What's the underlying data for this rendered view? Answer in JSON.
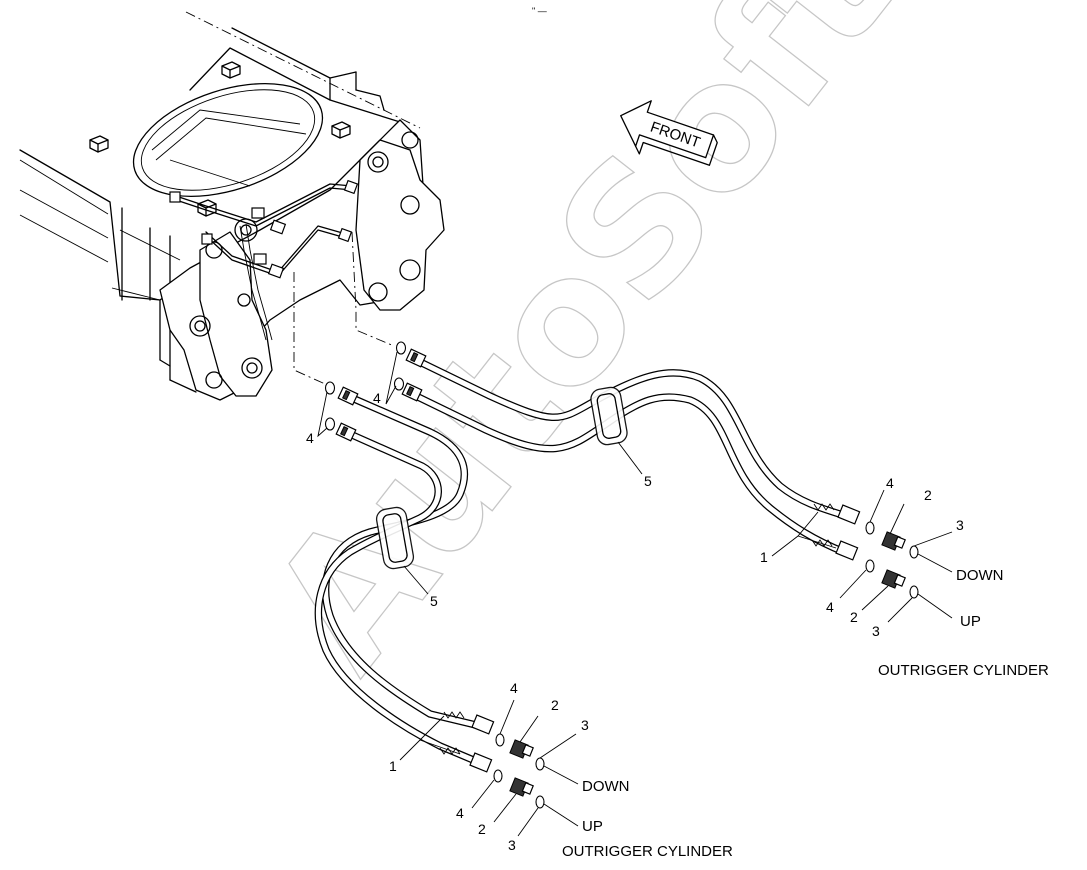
{
  "diagram": {
    "front_arrow_label": "FRONT",
    "watermark": "AutoSoft",
    "top_marks": "\" —",
    "upper_right_group": {
      "callouts": {
        "hose": "1",
        "adapter_top": "2",
        "adapter_bottom": "2",
        "oring_adapter_top": "3",
        "oring_adapter_bottom": "3",
        "oring_hose_top": "4",
        "oring_hose_bottom": "4"
      },
      "port_down": "DOWN",
      "port_up": "UP",
      "cylinder_label": "OUTRIGGER CYLINDER"
    },
    "lower_group": {
      "callouts": {
        "hose": "1",
        "adapter_top": "2",
        "adapter_bottom": "2",
        "oring_adapter_top": "3",
        "oring_adapter_bottom": "3",
        "oring_hose_top": "4",
        "oring_hose_bottom": "4"
      },
      "port_down": "DOWN",
      "port_up": "UP",
      "cylinder_label": "OUTRIGGER CYLINDER"
    },
    "frame_side": {
      "callout_oring_right": "4",
      "callout_oring_left": "4"
    },
    "clamps": {
      "right": "5",
      "left": "5"
    }
  }
}
